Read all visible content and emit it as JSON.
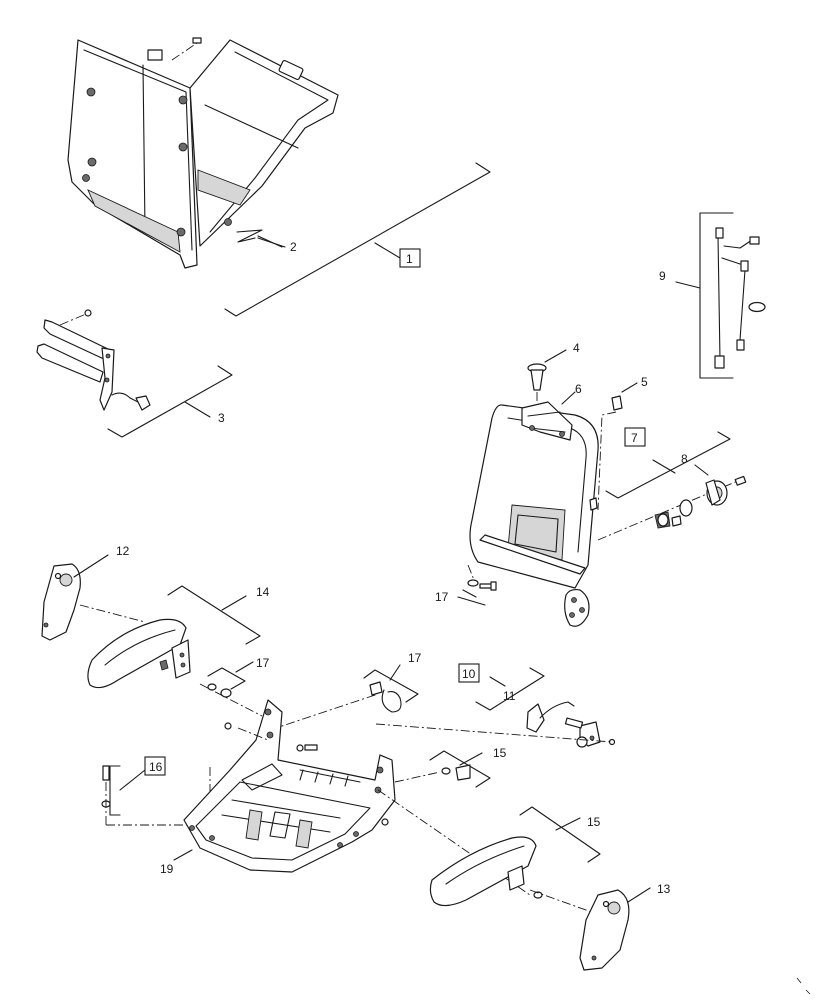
{
  "callouts": {
    "c1": "1",
    "c2": "2",
    "c3": "3",
    "c4": "4",
    "c5": "5",
    "c6": "6",
    "c7": "7",
    "c8": "8",
    "c9": "9",
    "c10": "10",
    "c11": "11",
    "c12": "12",
    "c13": "13",
    "c14": "14",
    "c15a": "15",
    "c15b": "15",
    "c16": "16",
    "c17a": "17",
    "c17b": "17",
    "c17c": "17",
    "c19": "19"
  },
  "parts": {
    "p1": "seat-cushion-assembly",
    "p2": "spring-pin",
    "p3": "lumbar-support-kit",
    "p4": "headrest-pin",
    "p6": "seat-backrest",
    "p8": "recliner-knob",
    "p9": "wiring-harness",
    "p12": "armrest-cover-left",
    "p13": "armrest-cover-right",
    "p14": "armrest-left",
    "p15": "armrest-right",
    "p19": "seat-frame"
  }
}
